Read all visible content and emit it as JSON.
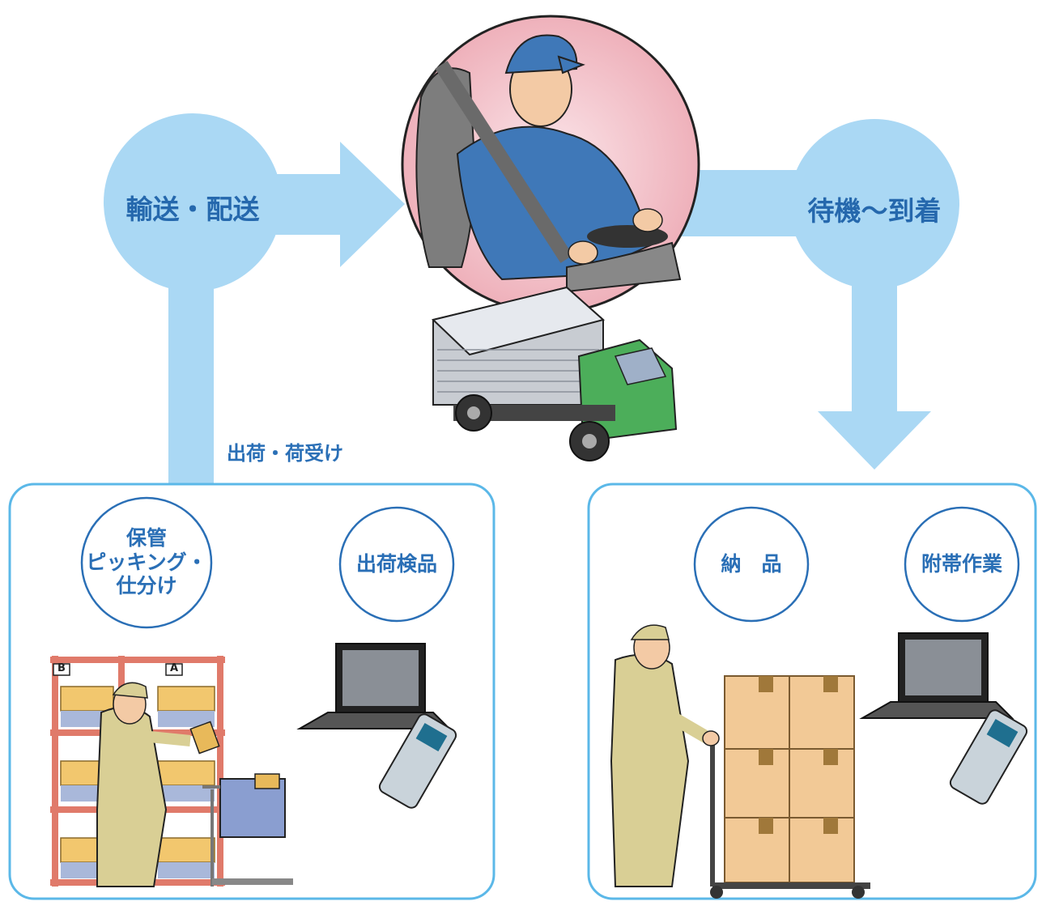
{
  "flow": {
    "step_transport": "輸送・配送",
    "step_wait_arrive": "待機〜到着",
    "step_ship_receive": "出荷・荷受け"
  },
  "warehouse_tasks": {
    "storage_picking": "保管\nピッキング・\n仕分け",
    "shipping_inspection": "出荷検品"
  },
  "delivery_tasks": {
    "delivery": "納　品",
    "incidental_work": "附帯作業"
  },
  "shelf_labels": {
    "left": "B",
    "right": "A"
  },
  "colors": {
    "flow_blue": "#aad8f4",
    "panel_border": "#5bb8e8",
    "label_blue": "#2a6fb6",
    "truck_green": "#4cae5a",
    "portrait_pink": "#f0b8c0"
  }
}
